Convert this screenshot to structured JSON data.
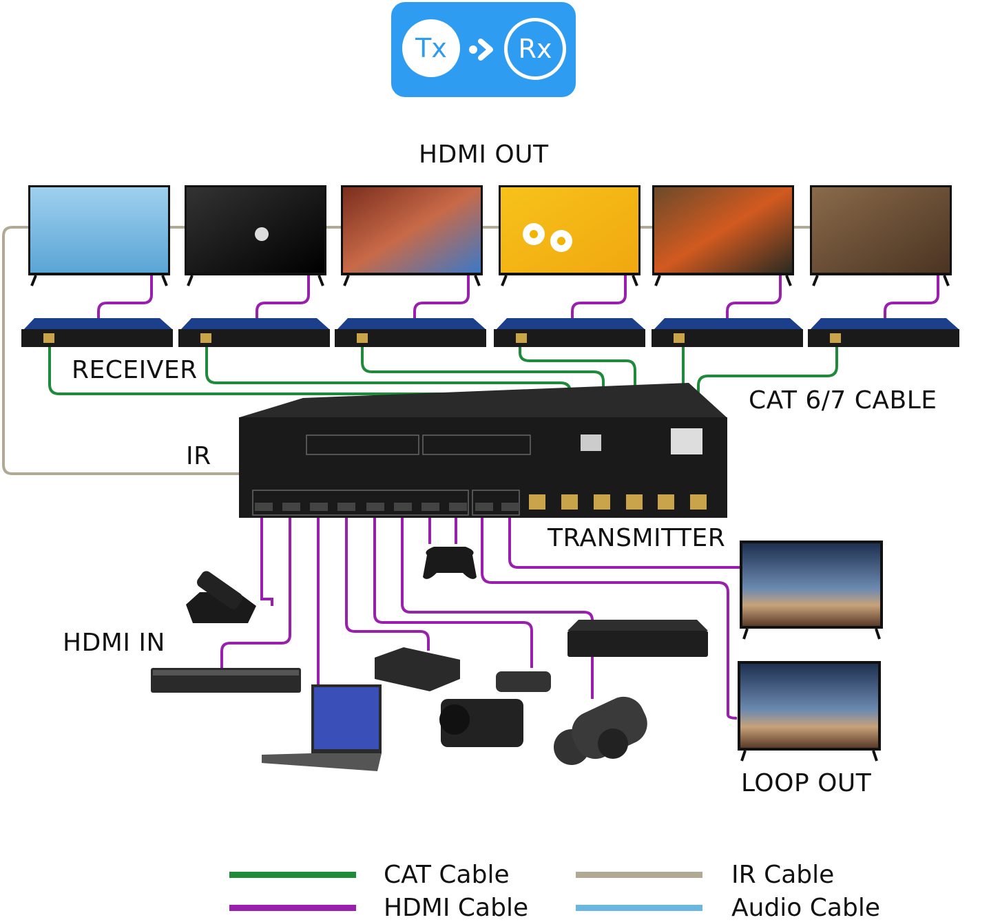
{
  "badge": {
    "tx": "Tx",
    "rx": "Rx"
  },
  "labels": {
    "hdmi_out": "HDMI OUT",
    "receiver": "RECEIVER",
    "cat_cable": "CAT 6/7 CABLE",
    "ir": "IR",
    "transmitter": "TRANSMITTER",
    "hdmi_in": "HDMI IN",
    "loop_out": "LOOP OUT"
  },
  "legend": [
    {
      "label": "CAT Cable",
      "color": "#1f8a3a"
    },
    {
      "label": "HDMI Cable",
      "color": "#9b1fae"
    },
    {
      "label": "IR Cable",
      "color": "#b0a994"
    },
    {
      "label": "Audio Cable",
      "color": "#6ab8e0"
    }
  ],
  "colors": {
    "cat": "#1f8a3a",
    "hdmi": "#9b1fae",
    "ir": "#b0a994",
    "badge": "#2e9cf0"
  }
}
